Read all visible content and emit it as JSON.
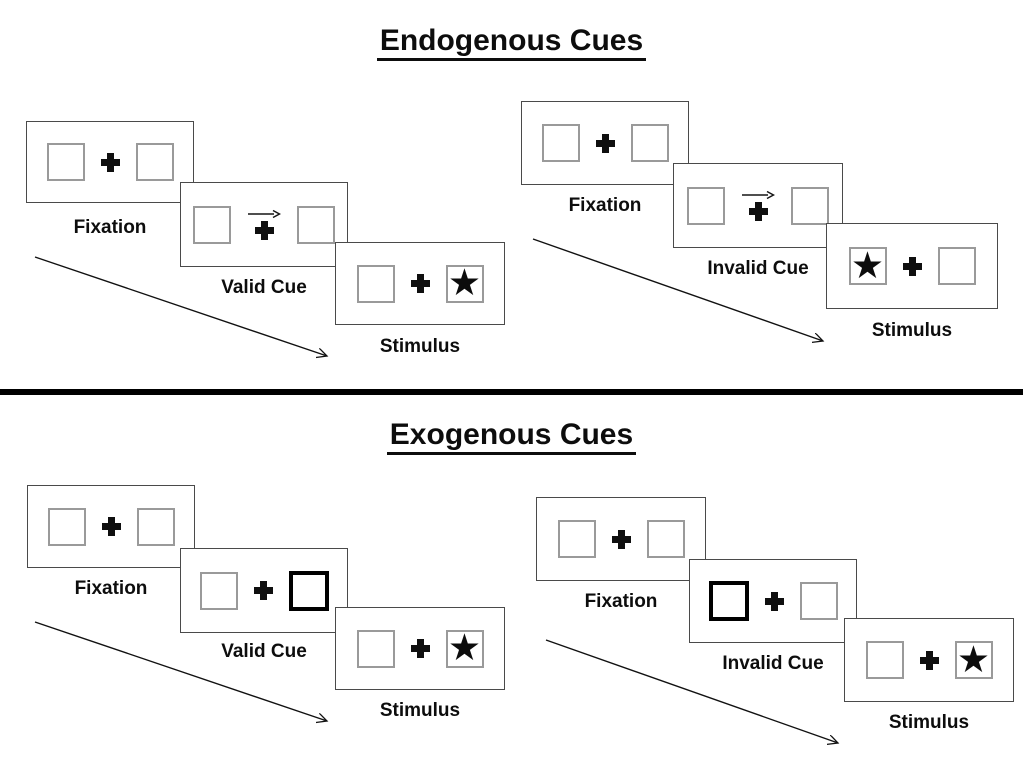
{
  "titles": {
    "endogenous": "Endogenous Cues",
    "exogenous": "Exogenous Cues"
  },
  "glyphs": {
    "star": "★",
    "fixation_cross": "+",
    "cue_arrow": "→"
  },
  "colors": {
    "background": "#ffffff",
    "panel_border": "#4a4a4a",
    "placeholder_box_border": "#9a9a9a",
    "exogenous_cue_box_border": "#000000",
    "symbol": "#0f0f0f",
    "divider": "#000000",
    "text": "#0d0d0d"
  },
  "endogenous": {
    "valid": {
      "fixation": "Fixation",
      "cue": "Valid Cue",
      "stimulus": "Stimulus"
    },
    "invalid": {
      "fixation": "Fixation",
      "cue": "Invalid Cue",
      "stimulus": "Stimulus"
    }
  },
  "exogenous": {
    "valid": {
      "fixation": "Fixation",
      "cue": "Valid Cue",
      "stimulus": "Stimulus"
    },
    "invalid": {
      "fixation": "Fixation",
      "cue": "Invalid Cue",
      "stimulus": "Stimulus"
    }
  }
}
